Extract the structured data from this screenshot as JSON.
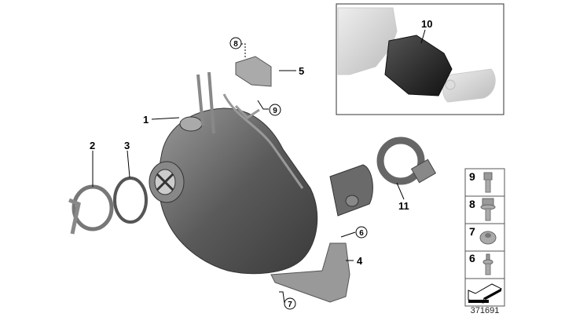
{
  "diagram_id": "371691",
  "callouts": {
    "c1": "1",
    "c2": "2",
    "c3": "3",
    "c4": "4",
    "c5": "5",
    "c6": "6",
    "c7": "7",
    "c8": "8",
    "c9": "9",
    "c10": "10",
    "c11": "11"
  },
  "legend": [
    {
      "number": "9",
      "part": "hex-bolt-icon"
    },
    {
      "number": "8",
      "part": "flange-bolt-icon"
    },
    {
      "number": "7",
      "part": "flange-nut-icon"
    },
    {
      "number": "6",
      "part": "stud-bolt-icon"
    }
  ],
  "colors": {
    "part_dark": "#4a4a4a",
    "part_mid": "#7a7a7a",
    "part_light": "#c8c8c8",
    "line": "#000000"
  }
}
